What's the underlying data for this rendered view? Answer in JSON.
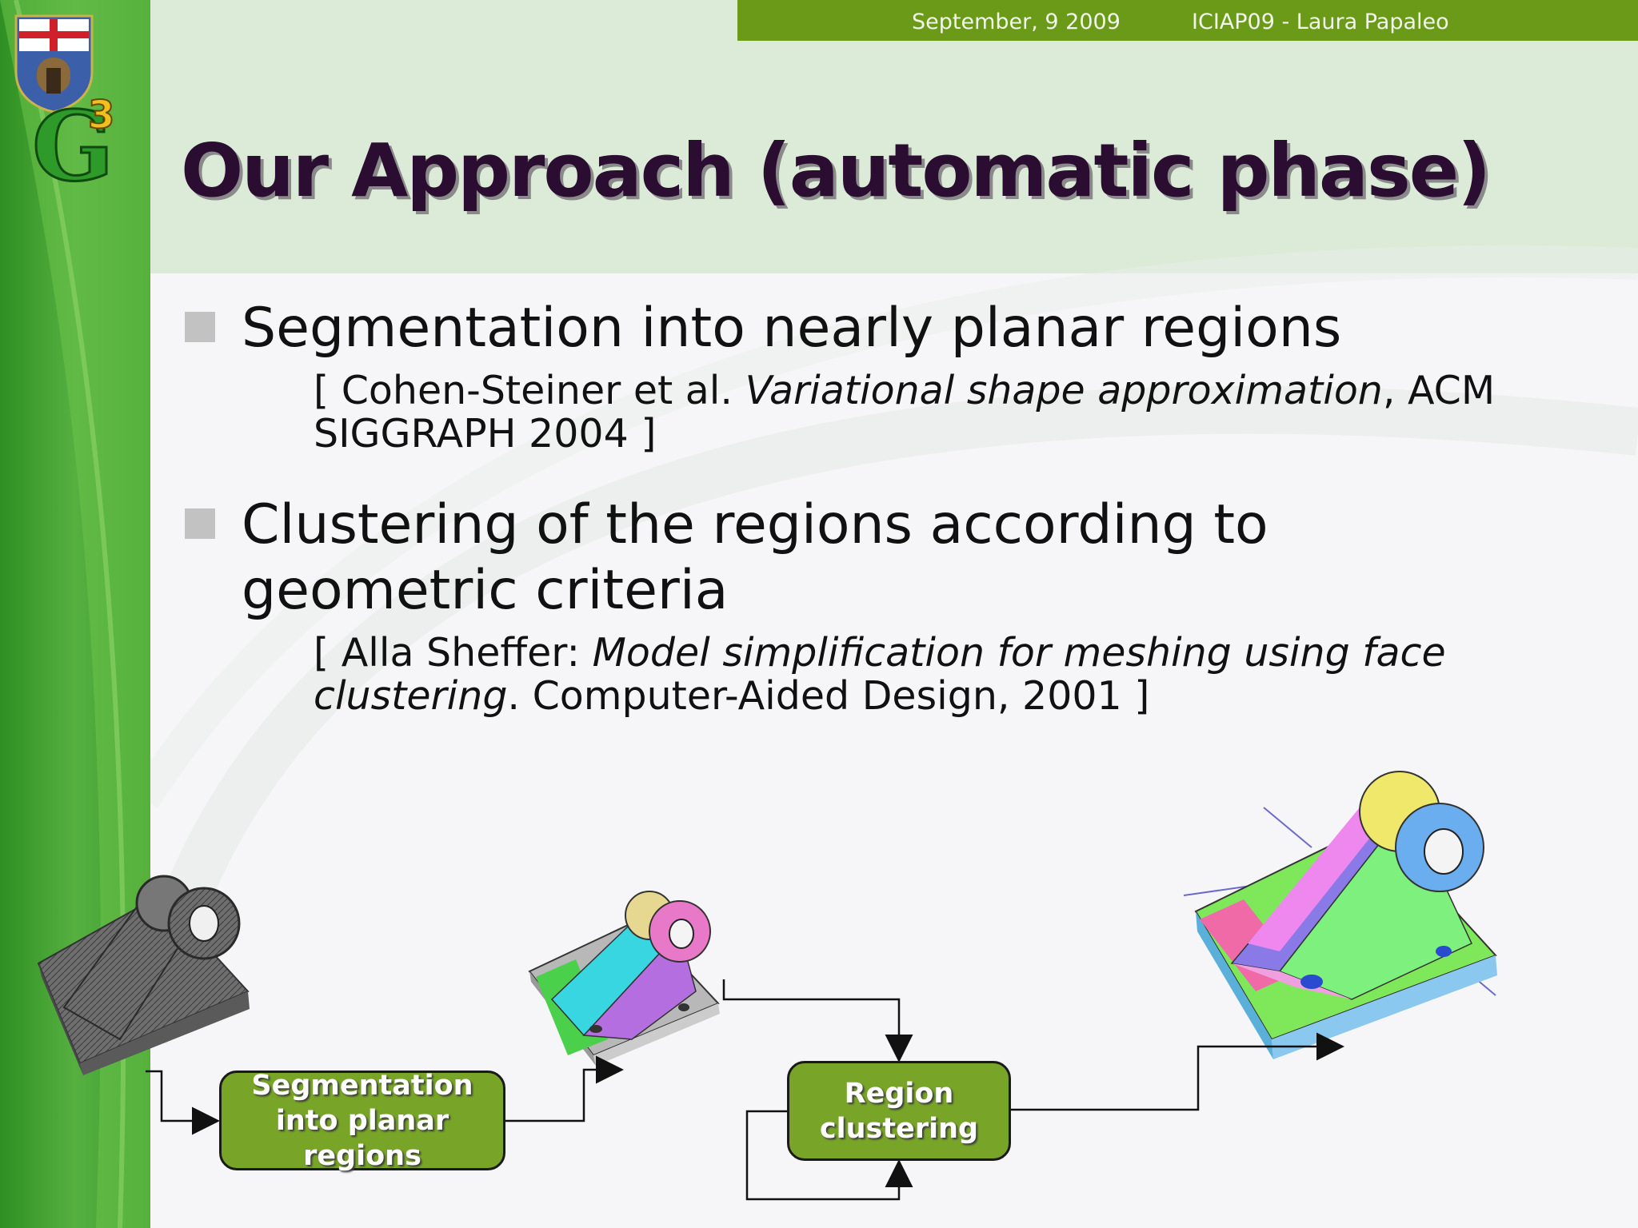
{
  "header": {
    "date": "September, 9 2009",
    "conference": "ICIAP09 - Laura Papaleo"
  },
  "slide": {
    "title": "Our Approach (automatic phase)",
    "bullets": [
      {
        "text": "Segmentation into nearly planar regions",
        "ref_prefix": "[ Cohen-Steiner et al. ",
        "ref_title": "Variational shape approximation",
        "ref_suffix": ", ACM SIGGRAPH 2004 ]"
      },
      {
        "text": "Clustering of the regions according to geometric criteria",
        "ref_prefix": "[ Alla Sheffer: ",
        "ref_title": "Model simplification for meshing using face clustering",
        "ref_suffix": ". Computer-Aided Design, 2001 ]"
      }
    ]
  },
  "diagram": {
    "steps": [
      {
        "label": "Segmentation into planar regions"
      },
      {
        "label": "Region clustering"
      }
    ],
    "colors": {
      "step_fill": "#78a528",
      "header_bar": "#6a9a18",
      "sidebar_green": "#3a9a2a",
      "title_color": "#2a0d30"
    }
  },
  "logo": {
    "mark": "G3"
  }
}
